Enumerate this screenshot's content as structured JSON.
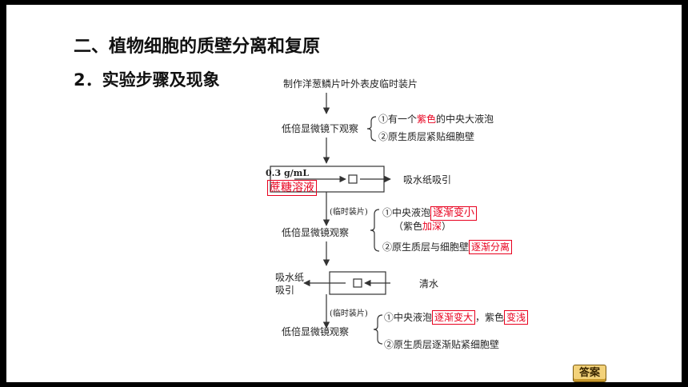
{
  "heading": "二、植物细胞的质壁分离和复原",
  "subheading": "2．实验步骤及现象",
  "flow": {
    "step1": "制作洋葱鳞片叶外表皮临时装片",
    "step2": "低倍显微镜下观察",
    "obs1": {
      "line1_prefix": "①有一个",
      "line1_answer": "紫色",
      "line1_suffix": "的中央大液泡",
      "line2": "②原生质层紧贴细胞壁"
    },
    "solution_conc": "0.3 g/mL",
    "solution_answer": "蔗糖溶液",
    "absorb1": "吸水纸吸引",
    "mount1": "(临时装片)",
    "step3": "低倍显微镜观察",
    "obs2": {
      "line1_prefix": "①中央液泡",
      "line1_answer": "逐渐变小",
      "line2_prefix": "（紫色",
      "line2_answer": "加深",
      "line2_suffix": "）",
      "line3_prefix": "②原生质层与细胞壁",
      "line3_answer": "逐渐分离"
    },
    "absorb2_line1": "吸水纸",
    "absorb2_line2": "吸引",
    "water": "清水",
    "mount2": "(临时装片)",
    "step4": "低倍显微镜观察",
    "obs3": {
      "line1_prefix": "①中央液泡",
      "line1_answer1": "逐渐变大",
      "line1_mid": "，紫色",
      "line1_answer2": "变浅",
      "line2": "②原生质层逐渐贴紧细胞壁"
    }
  },
  "answer_button": "答案"
}
